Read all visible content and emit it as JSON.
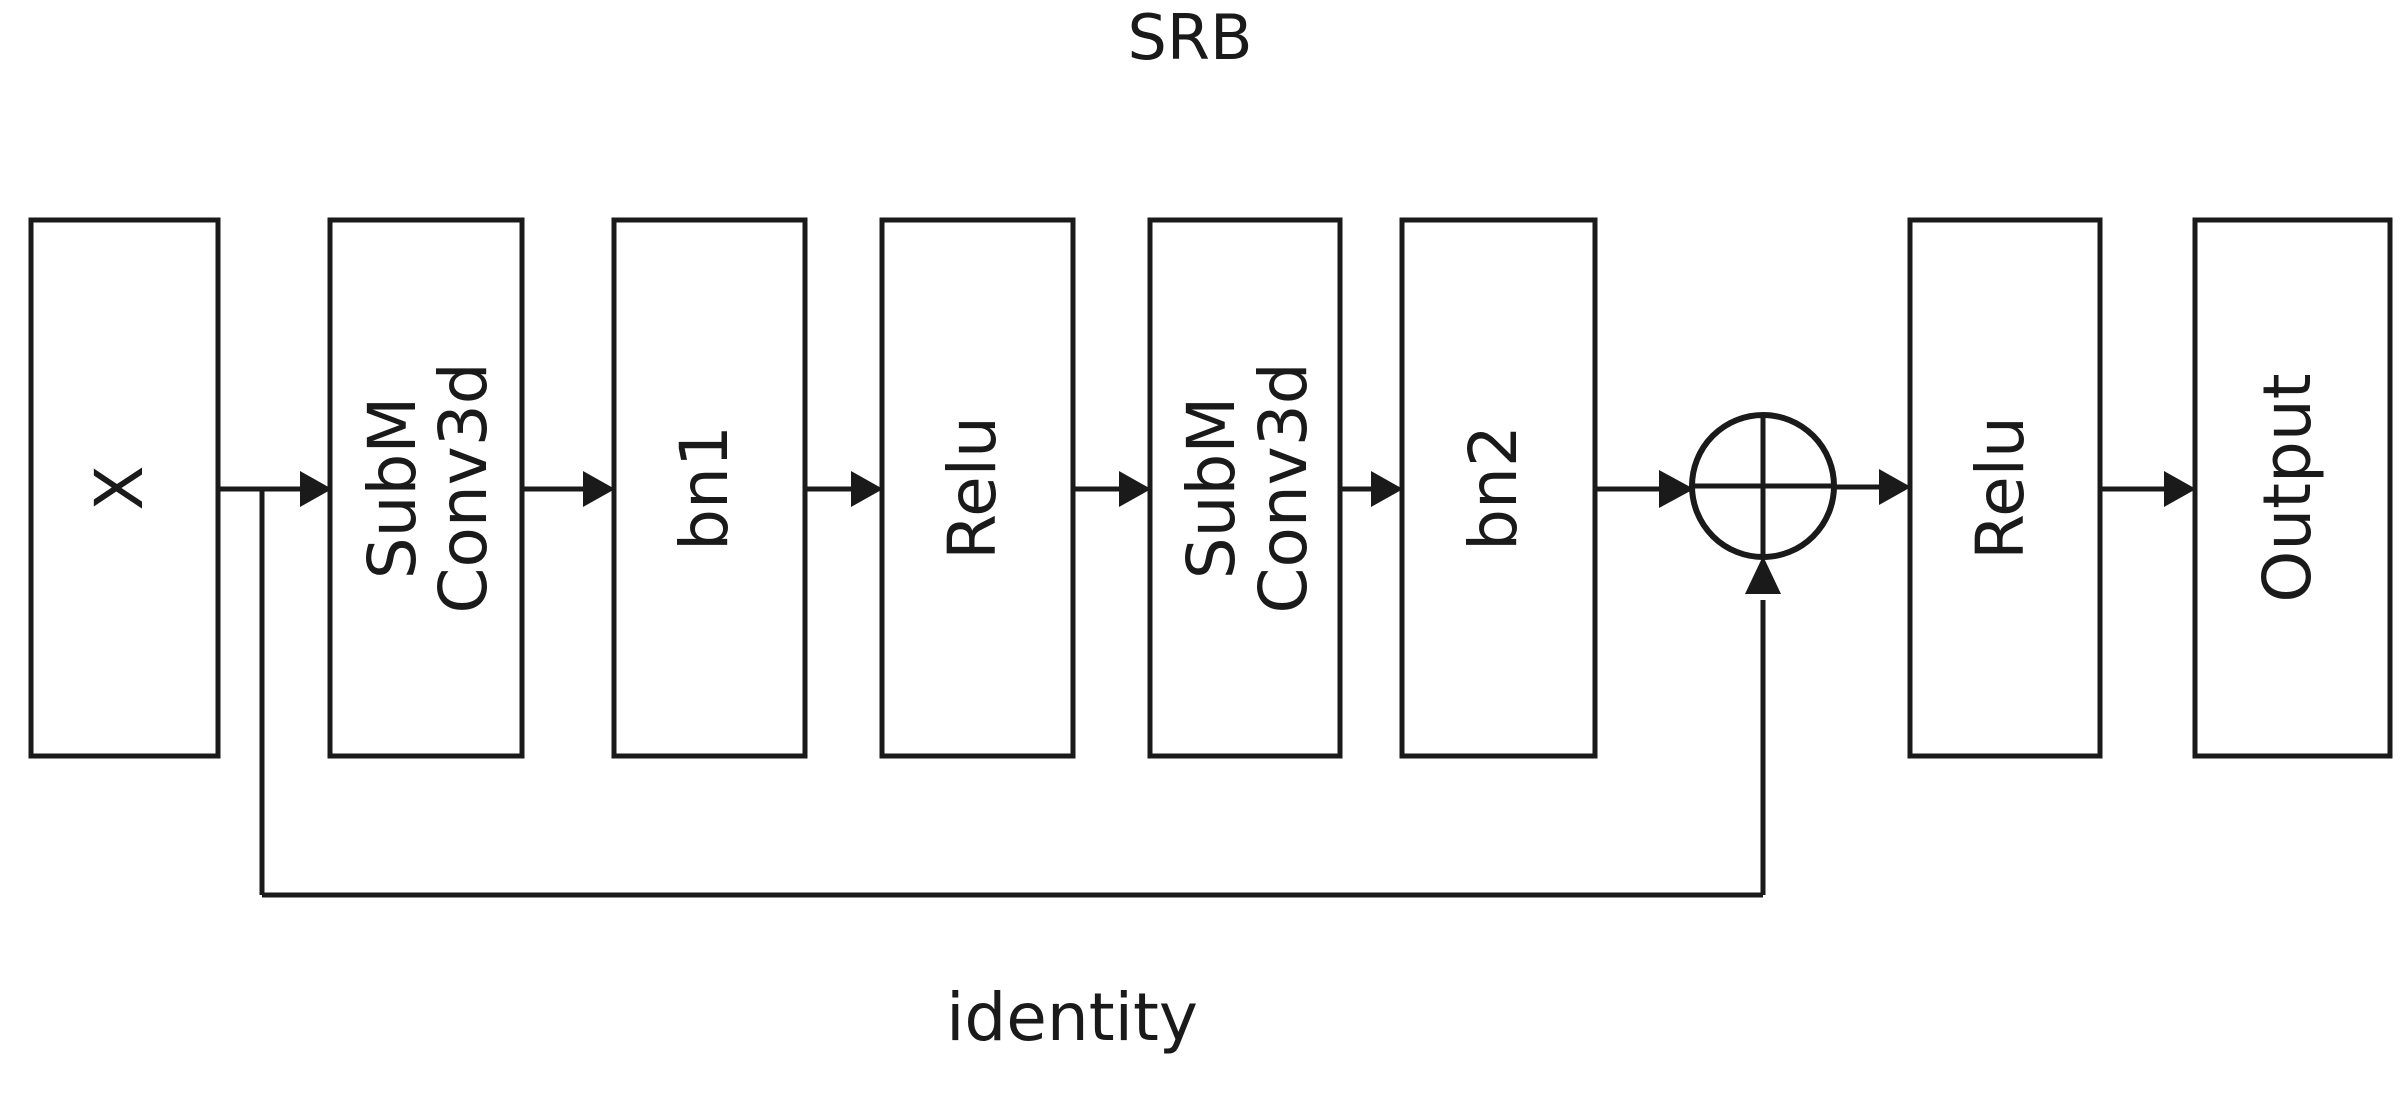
{
  "diagram": {
    "title": "SRB",
    "type": "flowchart",
    "orientation": "left-to-right",
    "background_color": "#ffffff",
    "line_color": "#1a1a1a",
    "nodes": [
      {
        "id": "x",
        "label": "X",
        "label_lines": [
          "X"
        ],
        "shape": "rect",
        "rotated": true
      },
      {
        "id": "subm1",
        "label": "SubM Conv3d",
        "label_lines": [
          "SubM",
          "Conv3d"
        ],
        "shape": "rect",
        "rotated": true
      },
      {
        "id": "bn1",
        "label": "bn1",
        "label_lines": [
          "bn1"
        ],
        "shape": "rect",
        "rotated": true
      },
      {
        "id": "relu1",
        "label": "Relu",
        "label_lines": [
          "Relu"
        ],
        "shape": "rect",
        "rotated": true
      },
      {
        "id": "subm2",
        "label": "SubM Conv3d",
        "label_lines": [
          "SubM",
          "Conv3d"
        ],
        "shape": "rect",
        "rotated": true
      },
      {
        "id": "bn2",
        "label": "bn2",
        "label_lines": [
          "bn2"
        ],
        "shape": "rect",
        "rotated": true
      },
      {
        "id": "add",
        "label": "+",
        "label_lines": [],
        "shape": "circle-plus",
        "rotated": false
      },
      {
        "id": "relu2",
        "label": "Relu",
        "label_lines": [
          "Relu"
        ],
        "shape": "rect",
        "rotated": true
      },
      {
        "id": "output",
        "label": "Output",
        "label_lines": [
          "Output"
        ],
        "shape": "rect",
        "rotated": true
      }
    ],
    "edges": [
      {
        "from": "x",
        "to": "subm1",
        "label": ""
      },
      {
        "from": "subm1",
        "to": "bn1",
        "label": ""
      },
      {
        "from": "bn1",
        "to": "relu1",
        "label": ""
      },
      {
        "from": "relu1",
        "to": "subm2",
        "label": ""
      },
      {
        "from": "subm2",
        "to": "bn2",
        "label": ""
      },
      {
        "from": "bn2",
        "to": "add",
        "label": ""
      },
      {
        "from": "add",
        "to": "relu2",
        "label": ""
      },
      {
        "from": "relu2",
        "to": "output",
        "label": ""
      },
      {
        "from": "x",
        "to": "add",
        "label": "identity",
        "route": "skip-below"
      }
    ],
    "skip_connection_label": "identity"
  }
}
